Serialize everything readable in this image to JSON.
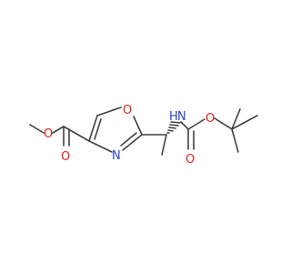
{
  "molecule": {
    "atoms": {
      "ring_o": "O",
      "ring_n": "N",
      "ester_carbonyl_o": "O",
      "ester_ether_o": "O",
      "carbamate_n": "N",
      "carbamate_h": "H",
      "carbamate_carbonyl_o": "O",
      "carbamate_ether_o": "O"
    },
    "colors": {
      "bond": "#404040",
      "oxygen": "#e02020",
      "nitrogen": "#2a3fd6",
      "background": "#ffffff"
    }
  }
}
